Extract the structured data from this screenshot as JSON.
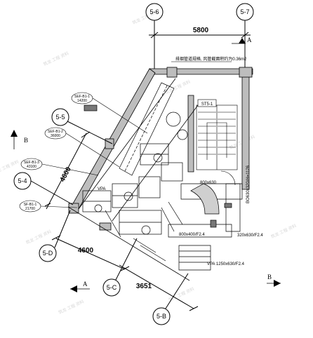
{
  "grid_bubbles": {
    "g5_6": "5-6",
    "g5_7": "5-7",
    "g5_5": "5-5",
    "g5_4": "5-4",
    "g5_D": "5-D",
    "g5_C": "5-C",
    "g5_B": "5-B"
  },
  "dimensions": {
    "top": "5800",
    "left_vertical": "4600",
    "bottom_left": "4600",
    "bottom_center": "3651"
  },
  "view_markers": {
    "left": "B",
    "bottom": "A",
    "right": "B",
    "top": "A"
  },
  "room_label": "ST5-1",
  "duct_labels": {
    "main_duct": "800x630",
    "vertical_duct": "BO630x320/H=1126",
    "duct_a": "320x630/F2.4",
    "duct_b": "800x400/F2.4",
    "vpa_bottom": "VPA 1250x630/F2.4",
    "vpa_left": "VPA"
  },
  "top_note": "排烟管道规格, 风管截面积约为0.36m2",
  "equipment_tags": [
    "SEF-B1-1",
    "SEF-B1-2",
    "SEF-B1-3",
    "SF-B1-1"
  ],
  "equipment_values": [
    "14200",
    "36000",
    "43100",
    "21700"
  ],
  "watermark": "筑龙 工程 资料"
}
